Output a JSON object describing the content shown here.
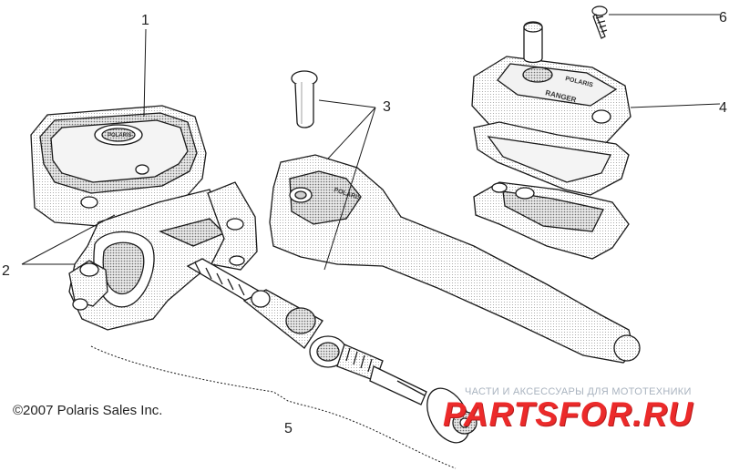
{
  "diagram": {
    "callouts": [
      {
        "id": "1",
        "label": "1"
      },
      {
        "id": "2",
        "label": "2"
      },
      {
        "id": "3",
        "label": "3"
      },
      {
        "id": "4",
        "label": "4"
      },
      {
        "id": "5",
        "label": "5"
      },
      {
        "id": "6",
        "label": "6"
      }
    ],
    "copyright": "©2007 Polaris Sales Inc.",
    "logo_texts": [
      "POLARIS",
      "RANGER"
    ]
  },
  "watermark": {
    "tagline": "ЧАСТИ И АКСЕССУАРЫ ДЛЯ МОТОТЕХНИКИ",
    "brand": "PARTSFOR.RU",
    "brand_color": "#ec2a2a",
    "tagline_color": "#a9b3bf"
  }
}
